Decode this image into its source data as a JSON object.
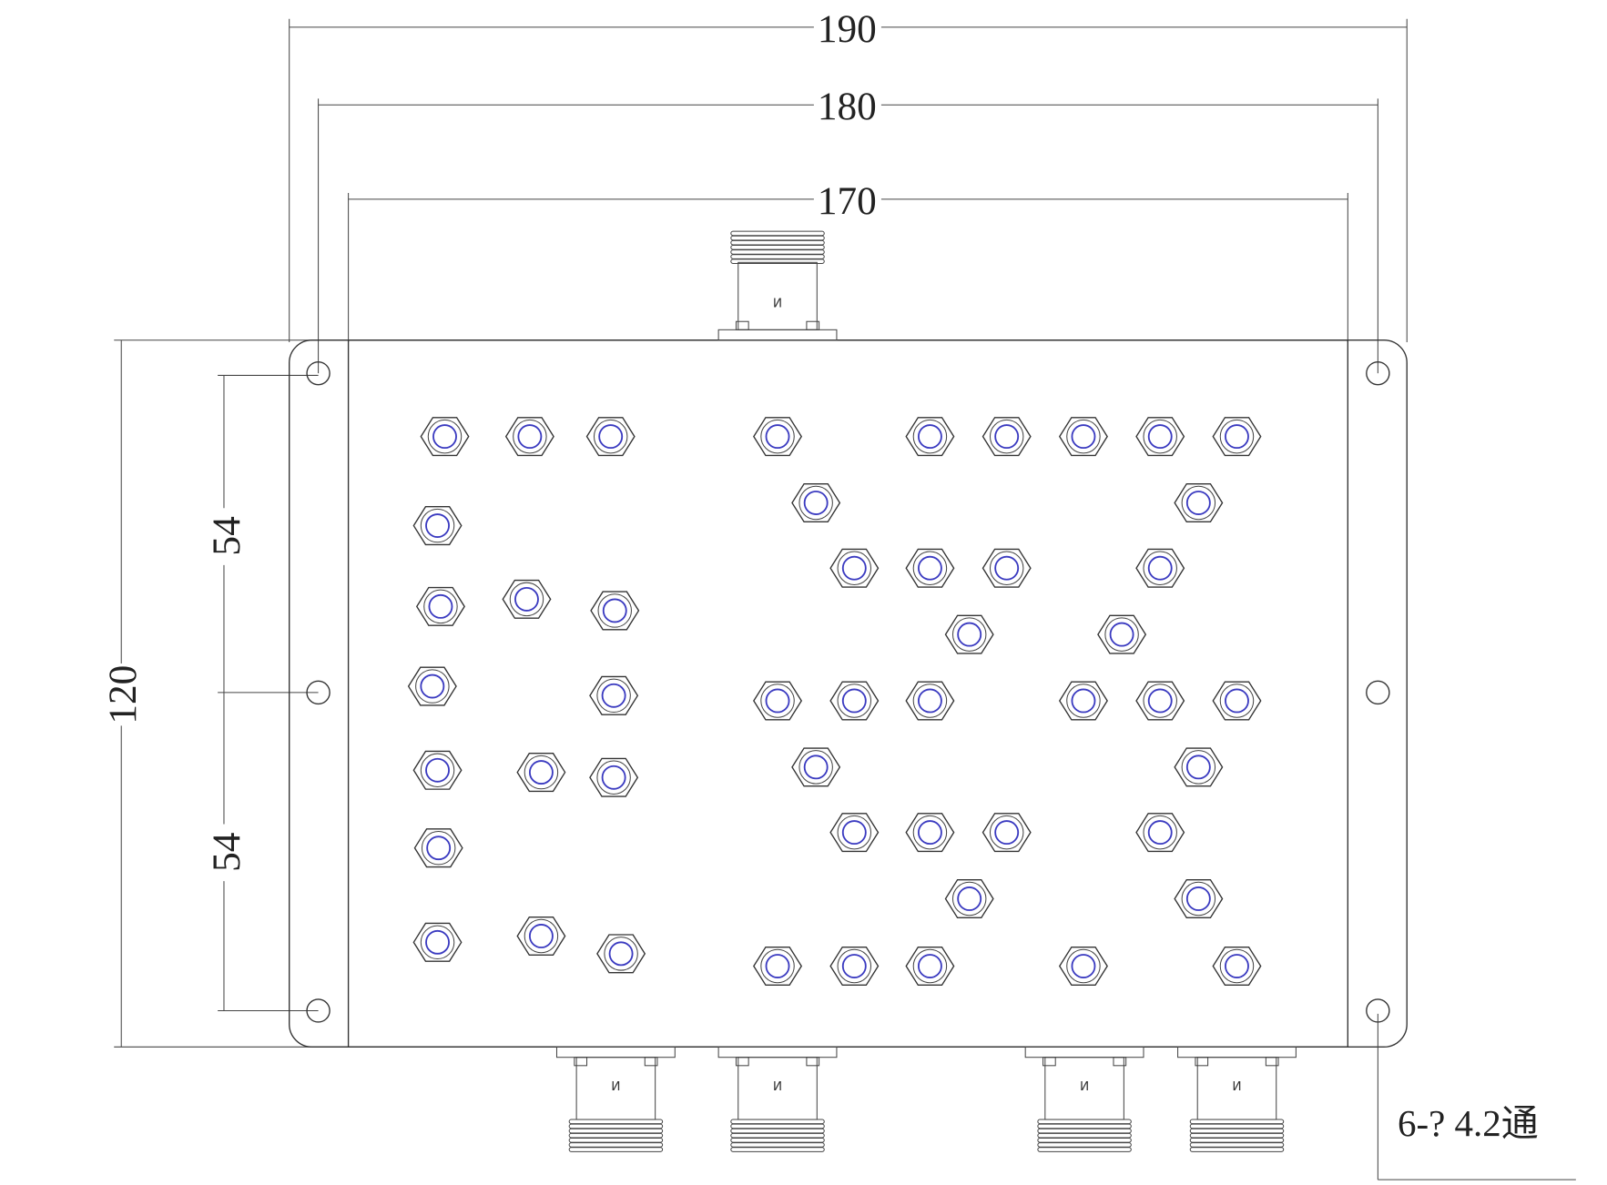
{
  "drawing": {
    "dimensions": {
      "overall_width": "190",
      "hole_spacing_width": "180",
      "body_width": "170",
      "overall_height": "120",
      "upper_hole_spacing": "54",
      "lower_hole_spacing": "54"
    },
    "hole_note": "6-? 4.2通",
    "connector_mark": "И",
    "colors": {
      "line": "#333333",
      "tuning_screw": "#3a3ac0"
    }
  }
}
